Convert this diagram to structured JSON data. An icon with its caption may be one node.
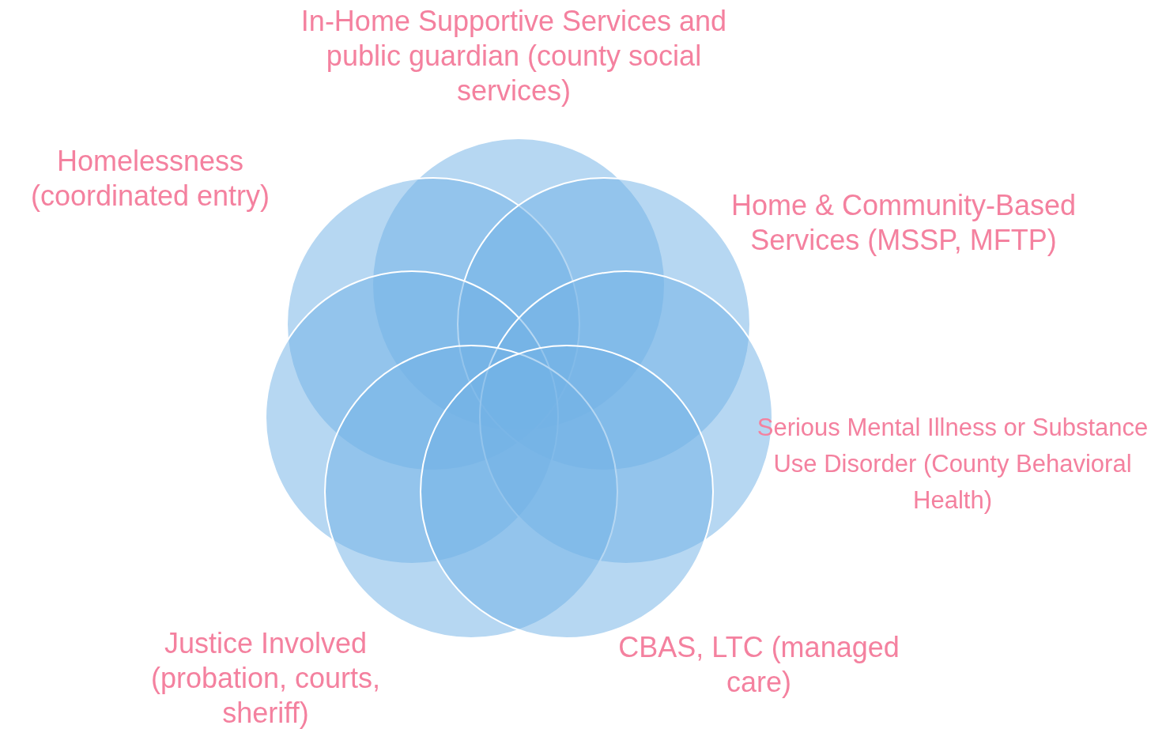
{
  "diagram": {
    "nodes": [
      {
        "text": [
          "In-Home Supportive Services and public guardian (county social services)"
        ]
      },
      {
        "text": [
          "Homelessness (coordinated entry)"
        ]
      },
      {
        "text": [
          "Home & Community-Based Services (MSSP, MFTP)"
        ]
      },
      {
        "text": [],
        "shape": "circle"
      },
      {
        "text": [
          "Serious Mental Illness or Substance Use Disorder (County Behavioral Health)"
        ]
      },
      {
        "text": [
          "Justice Involved (probation, courts, sheriff)"
        ]
      },
      {
        "text": [
          "CBAS, LTC (managed care)"
        ]
      }
    ],
    "edges": []
  }
}
